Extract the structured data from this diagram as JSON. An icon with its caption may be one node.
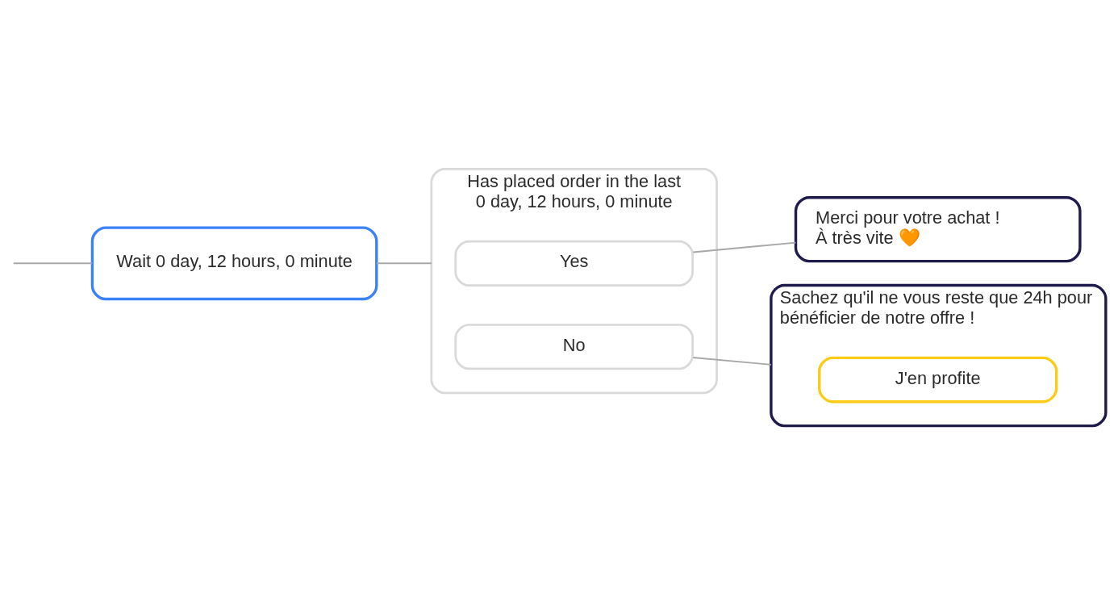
{
  "diagram": {
    "nodes": [
      {
        "text": [
          "Wait 0 day, 12 hours, 0 minute"
        ]
      },
      {
        "text": [
          "Has placed order in the last 0 day, 12 hours, 0 minute"
        ]
      },
      {
        "text": [
          "Yes"
        ],
        "in": 1
      },
      {
        "text": [
          "No"
        ],
        "in": 1
      },
      {
        "text": [
          "Merci pour votre achat ! À très vite 🧡"
        ]
      },
      {
        "text": [
          "Sachez qu'il ne vous reste que 24h pour bénéficier de notre offre !"
        ]
      },
      {
        "text": [
          "J'en profite"
        ],
        "in": 5
      }
    ],
    "edges": [
      {
        "from": null,
        "to": 0,
        "arrow": "none"
      },
      {
        "from": 0,
        "to": 1,
        "arrow": "none"
      },
      {
        "from": 2,
        "to": 4,
        "arrow": "none"
      },
      {
        "from": 3,
        "to": 5,
        "arrow": "none"
      }
    ]
  }
}
